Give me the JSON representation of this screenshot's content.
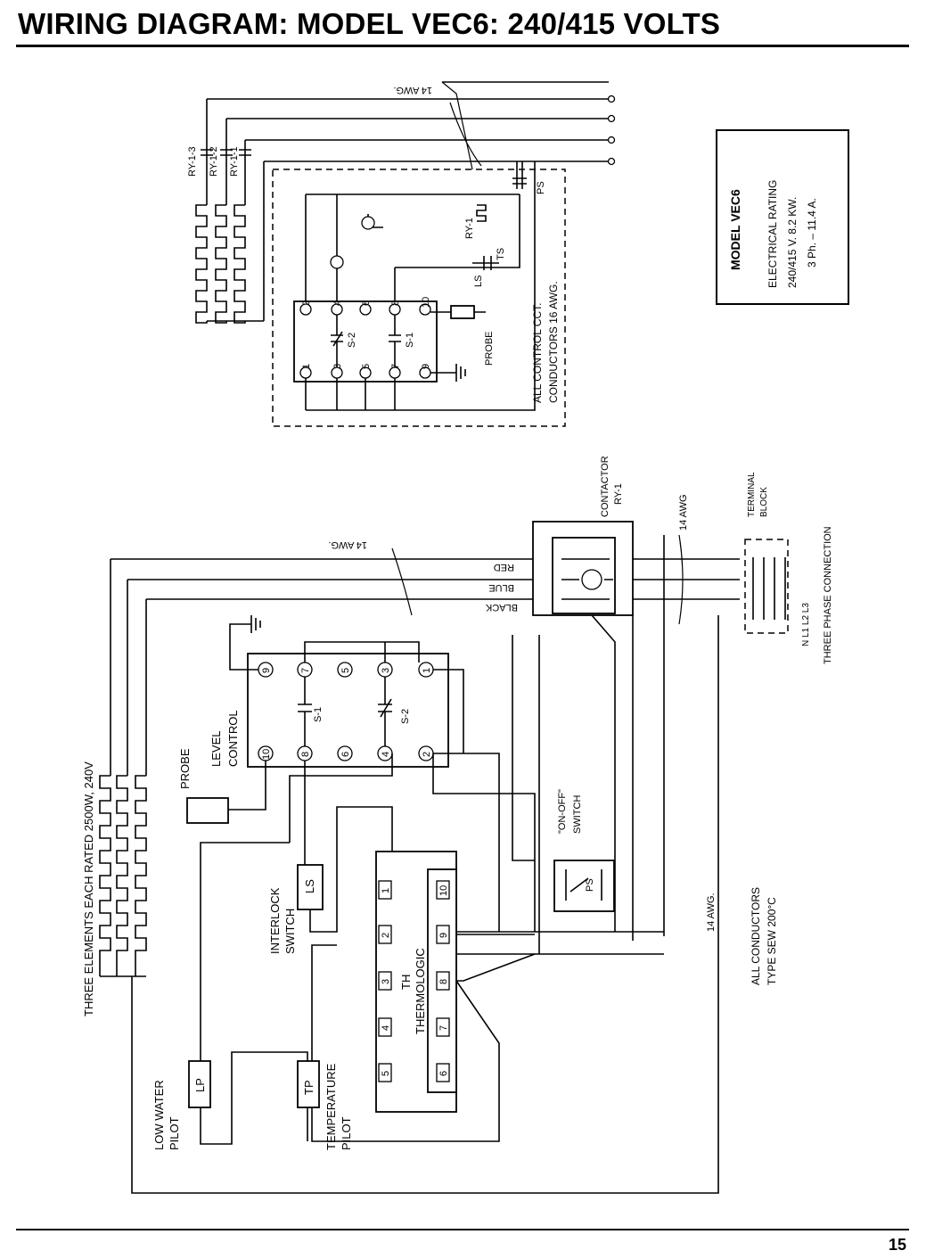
{
  "title": "WIRING DIAGRAM:  MODEL VEC6:  240/415 VOLTS",
  "page_number": "15",
  "rating_box": {
    "line1": "MODEL VEC6",
    "line2": "ELECTRICAL RATING",
    "line3": "240/415 V.   8.2 KW.",
    "line4": "3 Ph. – 11.4 A."
  },
  "schematic": {
    "wire_gauge": "14 AWG.",
    "relays": [
      "RY-1-3",
      "RY-1-2",
      "RY-1-1"
    ],
    "relay_coil": "RY-1",
    "pressure_switch": "PS",
    "level_switch": "LS",
    "thermal_switch": "TS",
    "probe": "PROBE",
    "switch_s1": "S-1",
    "switch_s2": "S-2",
    "control_note_1": "ALL CONTROL CCT.",
    "control_note_2": "CONDUCTORS 16 AWG.",
    "terminals": [
      "1",
      "2",
      "3",
      "4",
      "5",
      "6",
      "7",
      "8",
      "9",
      "10"
    ]
  },
  "wiring": {
    "wire_gauge_top": "14 AWG.",
    "wire_gauge_contactor": "14 AWG",
    "wire_gauge_main": "14 AWG.",
    "colors": [
      "RED",
      "BLUE",
      "BLACK"
    ],
    "contactor_1": "CONTACTOR",
    "contactor_2": "RY-1",
    "terminal_block_1": "TERMINAL",
    "terminal_block_2": "BLOCK",
    "phase_labels": "N  L1  L2  L3",
    "three_phase": "THREE PHASE CONNECTION",
    "elements": "THREE ELEMENTS EACH RATED 2500W, 240V",
    "probe": "PROBE",
    "level_control_1": "LEVEL",
    "level_control_2": "CONTROL",
    "switch_s1": "S-1",
    "switch_s2": "S-2",
    "on_off_1": "\"ON-OFF\"",
    "on_off_2": "SWITCH",
    "ps": "PS",
    "interlock_1": "INTERLOCK",
    "interlock_2": "SWITCH",
    "ls": "LS",
    "th": "TH",
    "thermologic": "THERMOLOGIC",
    "low_water_1": "LOW WATER",
    "low_water_2": "PILOT",
    "lp": "LP",
    "temp_1": "TEMPERATURE",
    "temp_2": "PILOT",
    "tp": "TP",
    "conductors_1": "ALL CONDUCTORS",
    "conductors_2": "TYPE SEW 200°C",
    "lc_terminals": [
      "1",
      "2",
      "3",
      "4",
      "5",
      "6",
      "7",
      "8",
      "9",
      "10"
    ],
    "th_terminals": [
      "1",
      "2",
      "3",
      "4",
      "5",
      "6",
      "7",
      "8",
      "9",
      "10"
    ]
  }
}
